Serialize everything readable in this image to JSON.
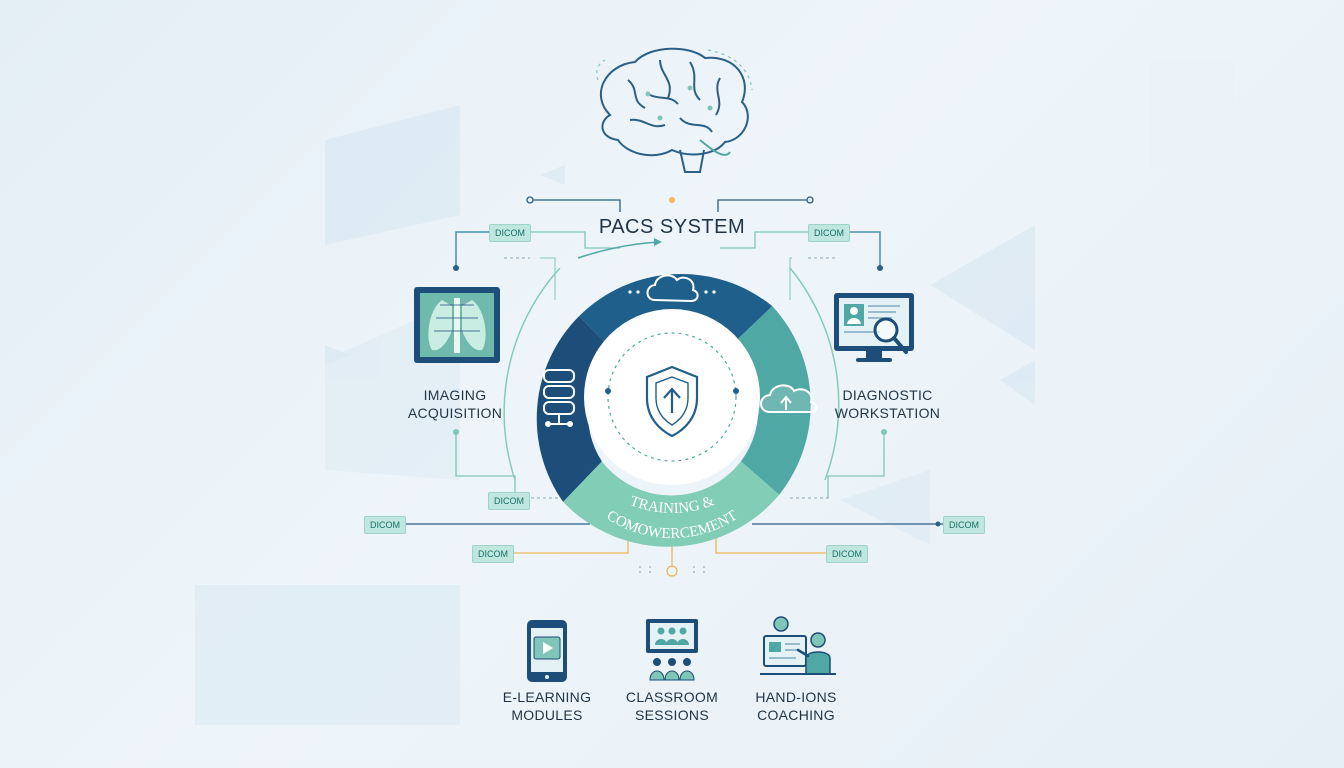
{
  "diagram": {
    "title": "PACS SYSTEM",
    "center_label_line1": "TRAINING &",
    "center_label_line2": "COMOWERCEMENT",
    "left": {
      "line1": "IMAGING",
      "line2": "ACQUISITION"
    },
    "right": {
      "line1": "DIAGNOSTIC",
      "line2": "WORKSTATION"
    },
    "bottom_items": [
      {
        "line1": "E-LEARNING",
        "line2": "MODULES"
      },
      {
        "line1": "CLASSROOM",
        "line2": "SESSIONS"
      },
      {
        "line1": "HAND-IONS",
        "line2": "COACHING"
      }
    ],
    "tag_text": "DICOM",
    "colors": {
      "dark_blue": "#1f5f8b",
      "navy": "#1d4e79",
      "teal": "#4fa8a3",
      "mint": "#82cdb5",
      "accent_orange": "#f0b659"
    }
  },
  "icons": [
    "brain-icon",
    "cloud-icon",
    "database-icon",
    "shield-upload-icon",
    "cloud-upload-icon",
    "xray-monitor-icon",
    "workstation-search-icon",
    "tablet-play-icon",
    "classroom-icon",
    "coaching-icon"
  ]
}
